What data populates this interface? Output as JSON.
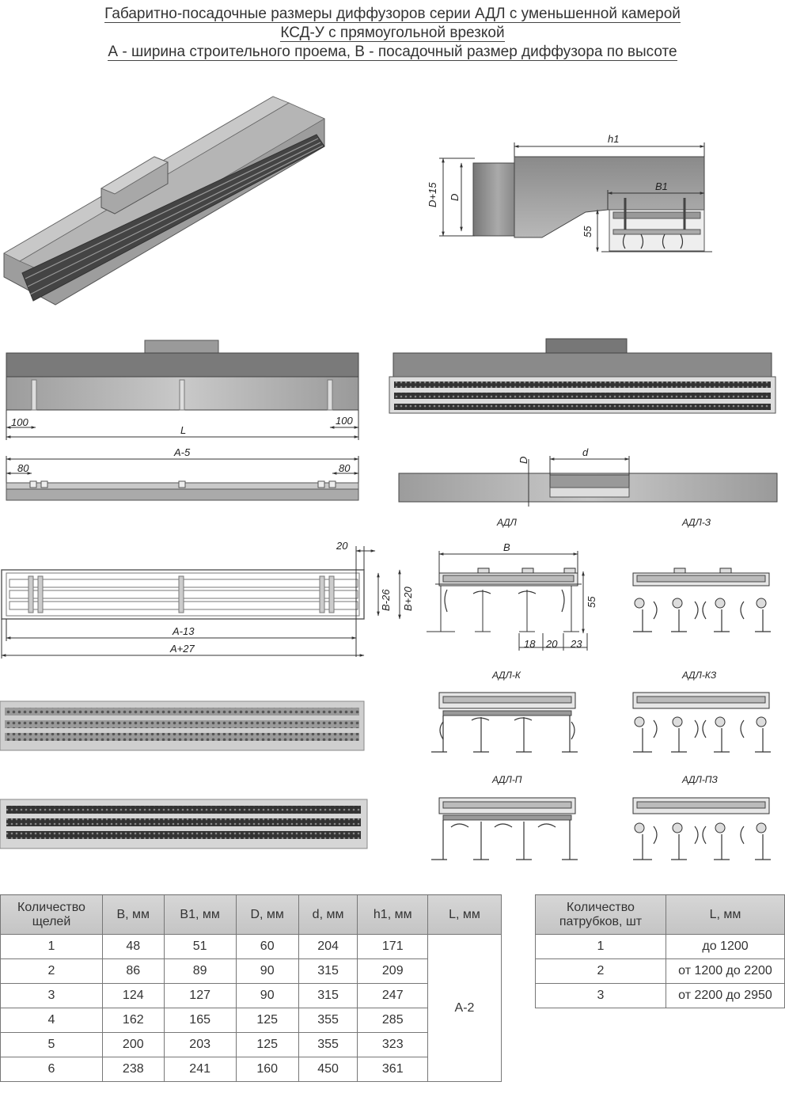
{
  "title": {
    "line1": "Габаритно-посадочные размеры диффузоров серии АДЛ с уменьшенной камерой",
    "line2": "КСД-У с прямоугольной врезкой",
    "line3": "А - ширина строительного проема, В - посадочный размер диффузора по высоте"
  },
  "dims": {
    "h1": "h1",
    "B1": "B1",
    "D15": "D+15",
    "D": "D",
    "d55": "55",
    "d100a": "100",
    "d100b": "100",
    "L": "L",
    "A5": "A-5",
    "d80a": "80",
    "d80b": "80",
    "Dsec": "D",
    "dsec": "d",
    "d20": "20",
    "B26": "B-26",
    "B20": "B+20",
    "A13": "A-13",
    "A27": "A+27",
    "Bprof": "B",
    "p55": "55",
    "p18": "18",
    "p20": "20",
    "p23": "23"
  },
  "profiles": {
    "adl": "АДЛ",
    "adl3": "АДЛ-З",
    "adlk": "АДЛ-К",
    "adlk3": "АДЛ-КЗ",
    "adlp": "АДЛ-П",
    "adlp3": "АДЛ-ПЗ"
  },
  "table1": {
    "headers": [
      "Количество щелей",
      "B, мм",
      "B1, мм",
      "D, мм",
      "d, мм",
      "h1, мм",
      "L, мм"
    ],
    "rows": [
      [
        "1",
        "48",
        "51",
        "60",
        "204",
        "171"
      ],
      [
        "2",
        "86",
        "89",
        "90",
        "315",
        "209"
      ],
      [
        "3",
        "124",
        "127",
        "90",
        "315",
        "247"
      ],
      [
        "4",
        "162",
        "165",
        "125",
        "355",
        "285"
      ],
      [
        "5",
        "200",
        "203",
        "125",
        "355",
        "323"
      ],
      [
        "6",
        "238",
        "241",
        "160",
        "450",
        "361"
      ]
    ],
    "L_value": "A-2"
  },
  "table2": {
    "headers": [
      "Количество патрубков, шт",
      "L, мм"
    ],
    "rows": [
      [
        "1",
        "до 1200"
      ],
      [
        "2",
        "от 1200 до 2200"
      ],
      [
        "3",
        "от 2200 до 2950"
      ]
    ]
  }
}
